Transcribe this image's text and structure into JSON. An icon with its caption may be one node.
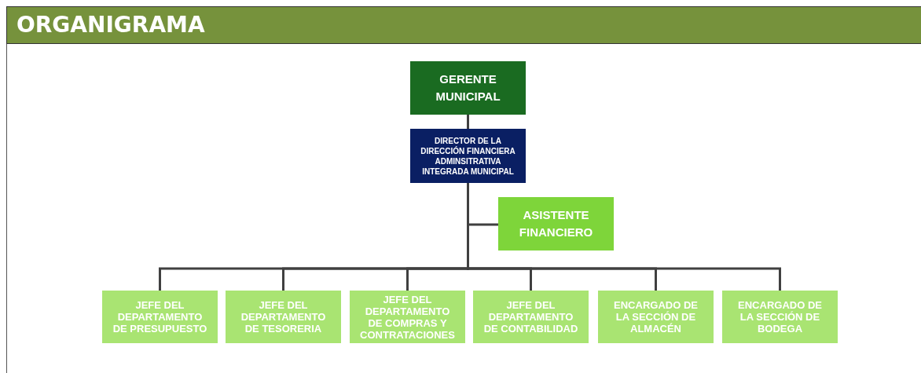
{
  "diagram": {
    "title": "ORGANIGRAMA",
    "nodes": [
      {
        "text": [
          "GERENTE MUNICIPAL"
        ]
      },
      {
        "text": [
          "DIRECTOR DE LA DIRECCIÓN FINANCIERA ADMINSITRATIVA INTEGRADA MUNICIPAL"
        ]
      },
      {
        "text": [
          "ASISTENTE FINANCIERO"
        ]
      },
      {
        "text": [
          "JEFE DEL DEPARTAMENTO DE PRESUPUESTO"
        ]
      },
      {
        "text": [
          "JEFE DEL DEPARTAMENTO DE TESORERIA"
        ]
      },
      {
        "text": [
          "JEFE DEL DEPARTAMENTO DE COMPRAS Y CONTRATACIONES"
        ]
      },
      {
        "text": [
          "JEFE DEL DEPARTAMENTO DE CONTABILIDAD"
        ]
      },
      {
        "text": [
          "ENCARGADO DE LA SECCIÓN DE ALMACÉN"
        ]
      },
      {
        "text": [
          "ENCARGADO DE LA SECCIÓN DE BODEGA"
        ]
      }
    ],
    "edges": [
      {
        "from": 0,
        "to": 1,
        "arrow": "none"
      },
      {
        "from": 1,
        "to": 2,
        "arrow": "none"
      },
      {
        "from": 1,
        "to": 3,
        "arrow": "none"
      },
      {
        "from": 1,
        "to": 4,
        "arrow": "none"
      },
      {
        "from": 1,
        "to": 5,
        "arrow": "none"
      },
      {
        "from": 1,
        "to": 6,
        "arrow": "none"
      },
      {
        "from": 1,
        "to": 7,
        "arrow": "none"
      },
      {
        "from": 1,
        "to": 8,
        "arrow": "none"
      }
    ]
  }
}
